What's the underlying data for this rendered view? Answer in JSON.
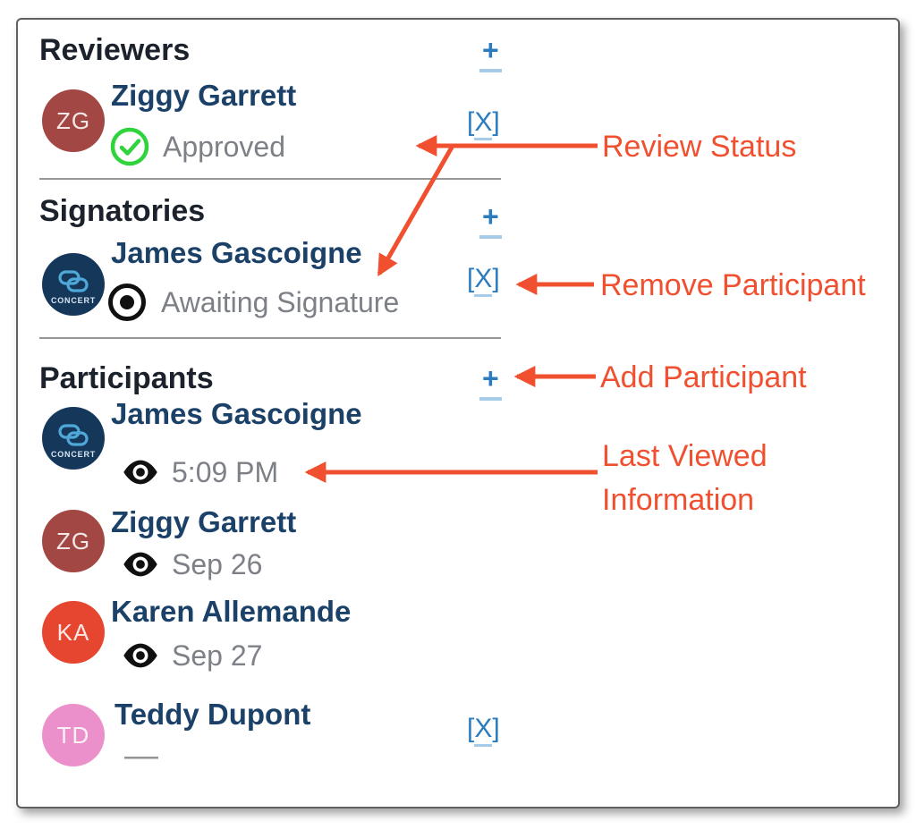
{
  "colors": {
    "annotation_red": "#F0502F",
    "link_blue": "#2B7CBF",
    "link_underline_blue": "#A5CCE9",
    "section_header_text": "#1C222C",
    "member_name_text": "#1B4168",
    "muted_status_text": "#7D8187",
    "approved_green": "#2FD33C",
    "divider_gray": "#979797",
    "avatar_zg": "#A34744",
    "avatar_ka": "#E64530",
    "avatar_td": "#EC90CB",
    "avatar_concert_bg": "#14375A",
    "avatar_concert_glyph": "#4FA8D8"
  },
  "controls": {
    "add": "+",
    "remove_open": "[",
    "remove_x": "X",
    "remove_close": "]"
  },
  "sections": {
    "reviewers": {
      "title": "Reviewers",
      "rows": [
        {
          "name": "Ziggy Garrett",
          "initials": "ZG",
          "avatar_color": "#A34744",
          "status": "Approved",
          "status_icon": "check-circle-icon"
        }
      ]
    },
    "signatories": {
      "title": "Signatories",
      "rows": [
        {
          "name": "James Gascoigne",
          "avatar_logo_text": "CONCERT",
          "avatar_color": "#14375A",
          "status": "Awaiting Signature",
          "status_icon": "dot-circle-icon"
        }
      ]
    },
    "participants": {
      "title": "Participants",
      "rows": [
        {
          "name": "James Gascoigne",
          "avatar_logo_text": "CONCERT",
          "avatar_color": "#14375A",
          "last_viewed": "5:09 PM",
          "viewed_icon": "eye-icon"
        },
        {
          "name": "Ziggy Garrett",
          "initials": "ZG",
          "avatar_color": "#A34744",
          "last_viewed": "Sep 26",
          "viewed_icon": "eye-icon"
        },
        {
          "name": "Karen Allemande",
          "initials": "KA",
          "avatar_color": "#E64530",
          "last_viewed": "Sep 27",
          "viewed_icon": "eye-icon"
        },
        {
          "name": "Teddy Dupont",
          "initials": "TD",
          "avatar_color": "#EC90CB",
          "last_viewed": "—"
        }
      ]
    }
  },
  "annotations": {
    "review_status": "Review Status",
    "remove_participant": "Remove Participant",
    "add_participant": "Add Participant",
    "last_viewed_line1": "Last Viewed",
    "last_viewed_line2": "Information"
  }
}
